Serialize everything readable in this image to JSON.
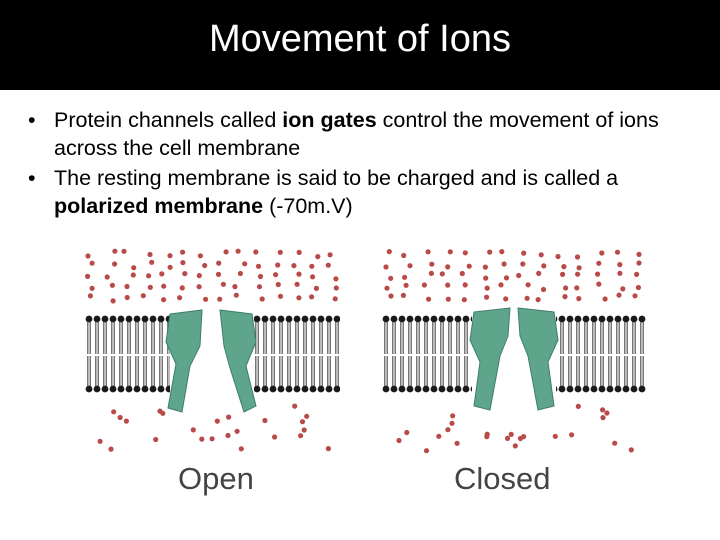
{
  "slide": {
    "title": "Movement of Ions",
    "bullets": [
      {
        "parts": [
          {
            "text": "Protein channels called ",
            "bold": false
          },
          {
            "text": "ion gates",
            "bold": true
          },
          {
            "text": " control the movement of ions across the cell membrane",
            "bold": false
          }
        ]
      },
      {
        "parts": [
          {
            "text": "The resting membrane is said to be charged and is called a ",
            "bold": false
          },
          {
            "text": "polarized membrane",
            "bold": true
          },
          {
            "text": " (-70m.V)",
            "bold": false
          }
        ]
      }
    ]
  },
  "figure": {
    "open_label": "Open",
    "closed_label": "Closed",
    "colors": {
      "ion": "#b94a4a",
      "channel": "#5fa58c",
      "lipid_head": "#1a1a1a",
      "lipid_tail": "#555555"
    }
  }
}
